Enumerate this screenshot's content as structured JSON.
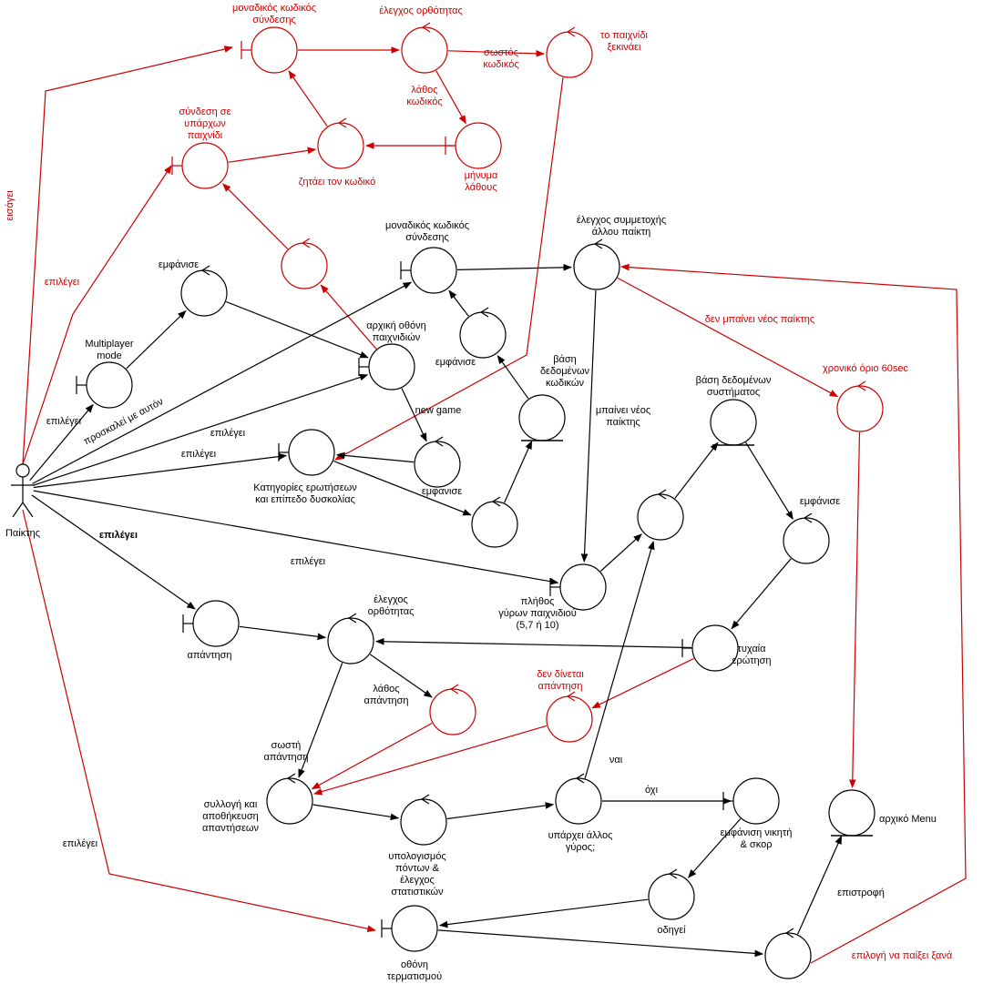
{
  "colors": {
    "black": "#000000",
    "red": "#cc0000"
  },
  "actor": {
    "label": "Παίκτης"
  },
  "nodes": {
    "n_unique_code_top": {
      "kind": "boundary",
      "color": "red",
      "label": [
        "μοναδικός κωδικός",
        "σύνδεσης"
      ]
    },
    "n_correctness_top": {
      "kind": "control",
      "color": "red",
      "label": [
        "έλεγχος ορθότητας"
      ]
    },
    "n_game_starts": {
      "kind": "control",
      "color": "red",
      "label": [
        "το παιχνίδι",
        "ξεκινάει"
      ]
    },
    "n_join_existing": {
      "kind": "boundary",
      "color": "red",
      "label": [
        "σύνδεση σε",
        "υπάρχων",
        "παιχνίδι"
      ]
    },
    "n_asks_code": {
      "kind": "control",
      "color": "red",
      "label": [
        "ζητάει τον κωδικό"
      ]
    },
    "n_error_msg": {
      "kind": "boundary",
      "color": "red",
      "label": [
        "μήνυμα",
        "λάθους"
      ]
    },
    "n_red_mid": {
      "kind": "control",
      "color": "red",
      "label": []
    },
    "n_show_1": {
      "kind": "control",
      "color": "black",
      "label": [
        "εμφάνισε"
      ]
    },
    "n_multiplayer": {
      "kind": "boundary",
      "color": "black",
      "label": [
        "Multiplayer",
        "mode"
      ]
    },
    "n_game_home": {
      "kind": "boundary",
      "color": "black",
      "label": [
        "αρχική οθόνη",
        "παιχνιδιών"
      ]
    },
    "n_unique_code_mid": {
      "kind": "boundary",
      "color": "black",
      "label": [
        "μοναδικός κωδικός",
        "σύνδεσης"
      ]
    },
    "n_show_2": {
      "kind": "control",
      "color": "black",
      "label": [
        "εμφάνισε"
      ]
    },
    "n_code_db": {
      "kind": "entity",
      "color": "black",
      "label": [
        "βάση",
        "δεδομένων",
        "κωδικών"
      ]
    },
    "n_participation": {
      "kind": "control",
      "color": "black",
      "label": [
        "έλεγχος  συμμετοχής",
        "άλλου παίκτη"
      ]
    },
    "n_categories": {
      "kind": "boundary",
      "color": "black",
      "label": [
        "Κατηγορίες ερωτήσεων",
        "και επίπεδο δυσκολίας"
      ]
    },
    "n_show_3": {
      "kind": "control",
      "color": "black",
      "label": [
        "εμφανισε"
      ]
    },
    "n_ctrl_db": {
      "kind": "control",
      "color": "black",
      "label": []
    },
    "n_time_limit": {
      "kind": "control",
      "color": "red",
      "label": [
        "χρονικό όριο 60sec"
      ]
    },
    "n_system_db": {
      "kind": "entity",
      "color": "black",
      "label": [
        "βάση δεδομένων",
        "συστήματος"
      ]
    },
    "n_ctrl_mid": {
      "kind": "control",
      "color": "black",
      "label": []
    },
    "n_show_4": {
      "kind": "control",
      "color": "black",
      "label": [
        "εμφάνισε"
      ]
    },
    "n_rounds": {
      "kind": "boundary",
      "color": "black",
      "label": [
        "πλήθος",
        "γύρων παιχνιδιού",
        "(5,7 ή 10)"
      ]
    },
    "n_answer": {
      "kind": "boundary",
      "color": "black",
      "label": [
        "απάντηση"
      ]
    },
    "n_correctness_mid": {
      "kind": "control",
      "color": "black",
      "label": [
        "έλεγχος",
        "ορθότητας"
      ]
    },
    "n_random_q": {
      "kind": "boundary",
      "color": "black",
      "label": [
        "τυχαία",
        "ερώτηση"
      ]
    },
    "n_wrong_ans": {
      "kind": "control",
      "color": "red",
      "label": []
    },
    "n_no_answer": {
      "kind": "control",
      "color": "red",
      "label": [
        "δεν δίνεται",
        "απάντηση"
      ]
    },
    "n_collect": {
      "kind": "control",
      "color": "black",
      "label": [
        "συλλογή και",
        "αποθήκευση",
        "απαντήσεων"
      ]
    },
    "n_points": {
      "kind": "control",
      "color": "black",
      "label": [
        "υπολογισμός",
        "πόντων &",
        "έλεγχος",
        "στατιστικών"
      ]
    },
    "n_another_round": {
      "kind": "control",
      "color": "black",
      "label": [
        "υπάρχει άλλος",
        "γύρος;"
      ]
    },
    "n_winner": {
      "kind": "boundary",
      "color": "black",
      "label": [
        "εμφάνιση νικητή",
        "& σκορ"
      ]
    },
    "n_main_menu": {
      "kind": "entity",
      "color": "black",
      "label": [
        "αρχικό Menu"
      ]
    },
    "n_leads": {
      "kind": "control",
      "color": "black",
      "label": [
        "οδηγεί"
      ]
    },
    "n_end_screen": {
      "kind": "boundary",
      "color": "black",
      "label": [
        "οθόνη",
        "τερματισμού"
      ]
    },
    "n_final": {
      "kind": "control",
      "color": "black",
      "label": []
    }
  },
  "edge_labels": {
    "e_eisagei": [
      "εισάγει"
    ],
    "e_correct_code": [
      "σωστός",
      "κωδικός"
    ],
    "e_wrong_code": [
      "λάθος",
      "κωδικός"
    ],
    "e_epilegei_red": [
      "επιλέγει"
    ],
    "e_epilegei_1": [
      "επιλέγει"
    ],
    "e_invites": [
      "προσκαλεί με αυτόν"
    ],
    "e_epilegei_2": [
      "επιλέγει"
    ],
    "e_epilegei_3": [
      "επιλέγει"
    ],
    "e_epilegei_bold": [
      "επιλέγει"
    ],
    "e_epilegei_4": [
      "επιλέγει"
    ],
    "e_epilegei_red_low": [
      "επιλέγει"
    ],
    "e_new_game": [
      "new game"
    ],
    "e_new_player_in": [
      "μπαίνει νέος",
      "παίκτης"
    ],
    "e_no_new_player": [
      "δεν μπαίνει νέος παίκτης"
    ],
    "e_wrong_answer": [
      "λάθος",
      "απάντηση"
    ],
    "e_correct_answer": [
      "σωστή",
      "απάντηση"
    ],
    "e_yes": [
      "ναι"
    ],
    "e_no": [
      "όχι"
    ],
    "e_return": [
      "επιστροφή"
    ],
    "e_play_again": [
      "επιλογή να παίξει ξανά"
    ]
  }
}
